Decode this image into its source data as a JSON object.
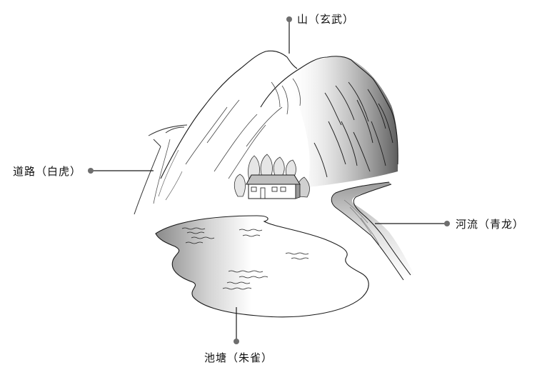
{
  "diagram": {
    "labels": {
      "mountain": "山（玄武）",
      "road": "道路（白虎）",
      "river": "河流（青龙）",
      "pond": "池塘（朱雀）"
    },
    "elements": [
      "mountain",
      "road",
      "house",
      "trees",
      "river",
      "pond"
    ],
    "colors": {
      "line": "#1a1a1a",
      "marker": "#6e6e6e",
      "shade": "#4a4a4a",
      "background": "#ffffff"
    }
  }
}
